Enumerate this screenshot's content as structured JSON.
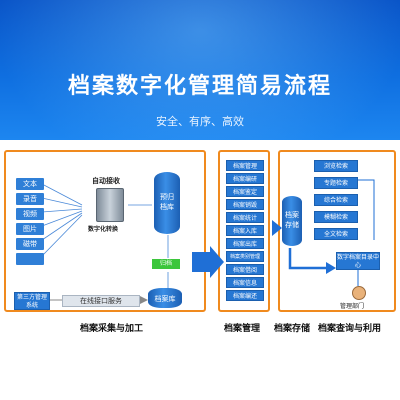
{
  "header": {
    "title": "档案数字化管理简易流程",
    "subtitle": "安全、有序、高效"
  },
  "collect": {
    "docs": [
      "文本",
      "录音",
      "视频",
      "图片",
      "磁带",
      ""
    ],
    "auto_receive": "自动接收",
    "digital_convert": "数字化转换",
    "pre_archive": "预归档库",
    "archive_tag": "归档",
    "archive_lib": "档案库",
    "third_party": "第三方管理系统",
    "online_iface": "在线接口服务",
    "section_label": "档案采集与加工"
  },
  "manage": {
    "items": [
      "档案管理",
      "档案编研",
      "档案鉴定",
      "档案销毁",
      "档案统计",
      "档案入库",
      "档案出库",
      "档案类别管理",
      "档案借阅",
      "档案信息",
      "档案编还"
    ],
    "section_label": "档案管理"
  },
  "storage": {
    "db_label": "档案存储",
    "section_label": "档案存储"
  },
  "query": {
    "items": [
      "浏览检索",
      "专题检索",
      "综合检索",
      "模糊检索",
      "全文检索"
    ],
    "center": "数字档案目录中心",
    "user_dept": "管理部门",
    "section_label": "档案查询与利用"
  }
}
